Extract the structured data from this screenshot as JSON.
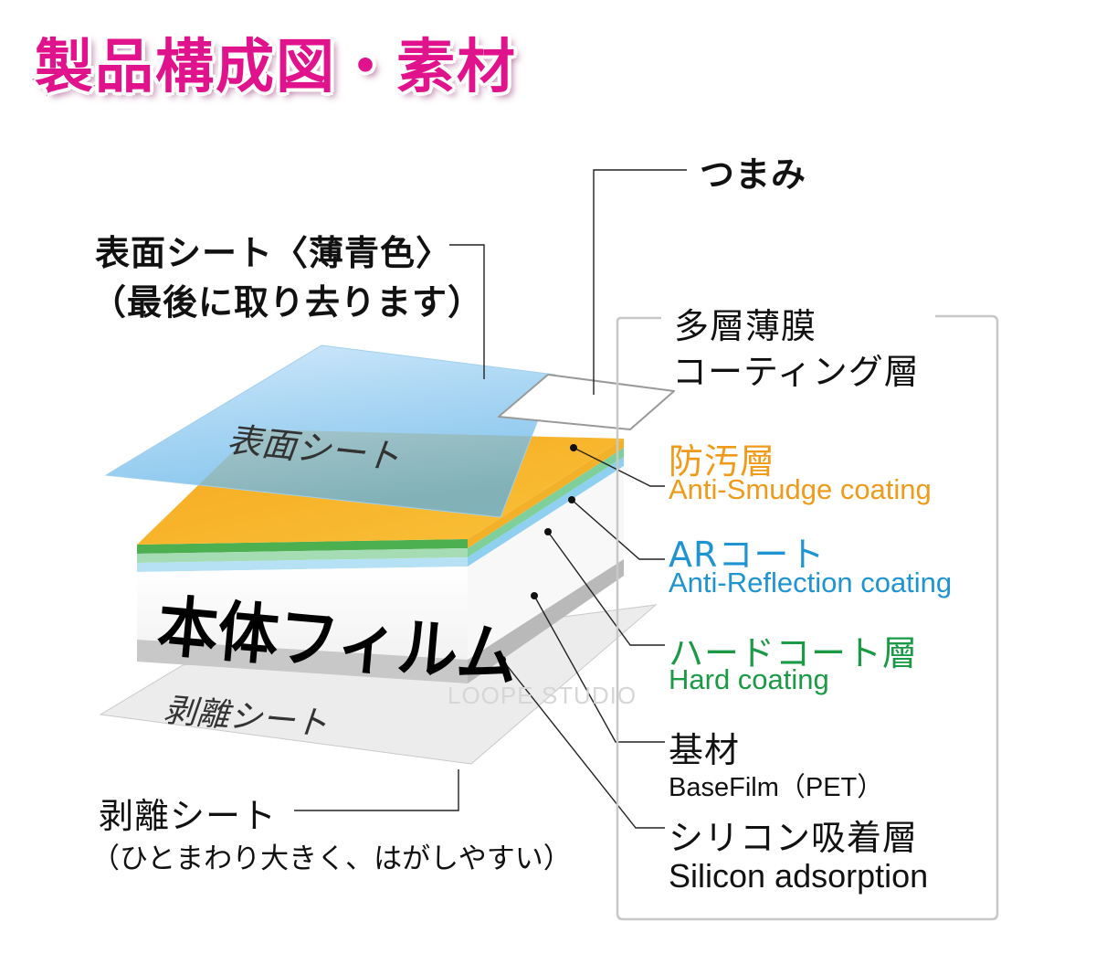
{
  "title": "製品構成図・素材",
  "layers_on_diagram": {
    "top_sheet": "表面シート",
    "body_film": "本体フィルム",
    "release_sheet": "剥離シート"
  },
  "callouts": {
    "tab": "つまみ",
    "top_sheet_line1": "表面シート〈薄青色〉",
    "top_sheet_line2": "（最後に取り去ります）",
    "multilayer_line1": "多層薄膜",
    "multilayer_line2": "コーティング層",
    "anti_smudge_jp": "防汚層",
    "anti_smudge_en": "Anti-Smudge coating",
    "ar_jp": "ARコート",
    "ar_en": "Anti-Reflection coating",
    "hard_jp": "ハードコート層",
    "hard_en": "Hard coating",
    "base_jp": "基材",
    "base_en": "BaseFilm（PET）",
    "silicon_jp": "シリコン吸着層",
    "silicon_en": "Silicon adsorption",
    "release_line1": "剥離シート",
    "release_line2": "（ひとまわり大きく、はがしやすい）"
  },
  "watermark": "LOOPE STUDIO",
  "colors": {
    "title": "#e0138c",
    "anti_smudge": "#f09a1a",
    "ar_coat": "#1e94d2",
    "hard_coat": "#1a9a45",
    "top_sheet": "#7ec3ef"
  }
}
